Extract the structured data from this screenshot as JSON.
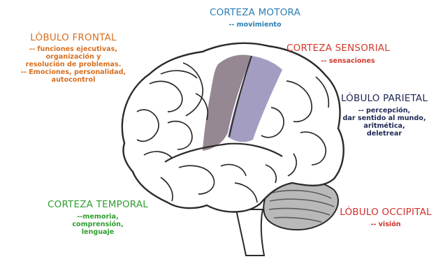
{
  "colors": {
    "motora": "#2b7fb2",
    "frontal": "#d86f1e",
    "sensorial": "#d2392b",
    "parietal": "#1e2752",
    "temporal": "#2f9d30",
    "occipital": "#d12f2a",
    "outline": "#2b2b2b",
    "band_motor": "#6e5a6a",
    "band_sensory": "#7d74a8",
    "cerebellum": "#9a9a9a"
  },
  "labels": {
    "motora": {
      "title": "CORTEZA MOTORA",
      "desc": [
        "-- movimiento"
      ]
    },
    "frontal": {
      "title": "LÓBULO FRONTAL",
      "desc": [
        "-- funciones ejecutivas,",
        "organización y",
        "resolución de problemas.",
        "-- Emociones, personalidad,",
        "autocontrol"
      ]
    },
    "sensorial": {
      "title": "CORTEZA SENSORIAL",
      "desc": [
        "-- sensaciones"
      ]
    },
    "parietal": {
      "title": "LÓBULO PARIETAL",
      "desc": [
        "-- percepción,",
        "dar sentido al mundo,",
        "aritmética,",
        "deletrear"
      ]
    },
    "temporal": {
      "title": "CORTEZA TEMPORAL",
      "desc": [
        "--memoria,",
        "comprensión,",
        "lenguaje"
      ]
    },
    "occipital": {
      "title": "LÓBULO OCCIPITAL",
      "desc": [
        "-- visión"
      ]
    }
  }
}
